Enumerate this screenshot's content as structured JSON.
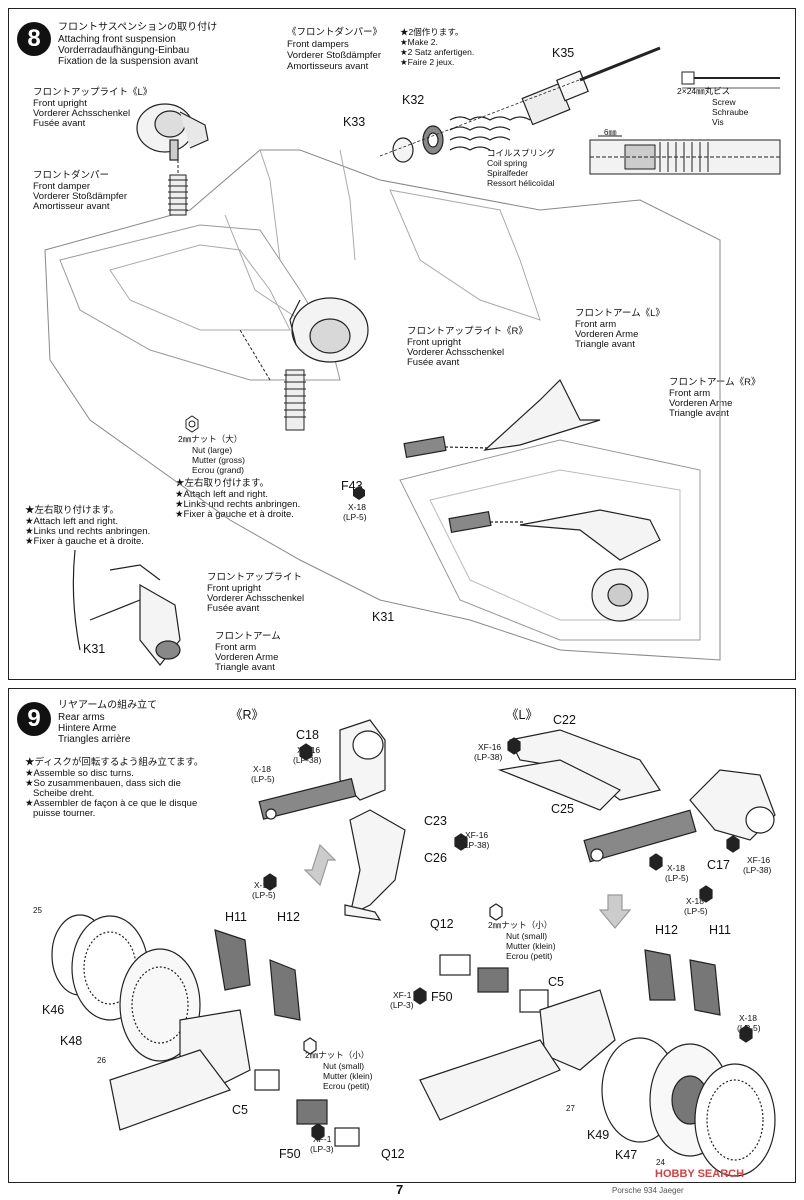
{
  "step8": {
    "number": "8",
    "title_jp": "フロントサスペンションの取り付け",
    "title_en": "Attaching front suspension",
    "title_de": "Vorderradaufhängung-Einbau",
    "title_fr": "Fixation de la suspension avant",
    "dampers": [
      "《フロントダンパー》",
      "Front dampers",
      "Vorderer Stoßdämpfer",
      "Amortisseurs avant"
    ],
    "make2": [
      "★2個作ります。",
      "★Make 2.",
      "★2 Satz anfertigen.",
      "★Faire 2 jeux."
    ],
    "parts": {
      "k35": "K35",
      "k32": "K32",
      "k33": "K33",
      "f43": "F43",
      "k31a": "K31",
      "k31b": "K31"
    },
    "screw": [
      "2×24㎜丸ビス",
      "Screw",
      "Schraube",
      "Vis"
    ],
    "mm6": "6㎜",
    "coil": [
      "コイルスプリング",
      "Coil spring",
      "Spiralfeder",
      "Ressort hélicoïdal"
    ],
    "upright_l": [
      "フロントアップライト《L》",
      "Front upright",
      "Vorderer Achsschenkel",
      "Fusée avant"
    ],
    "damper": [
      "フロントダンパー",
      "Front damper",
      "Vorderer Stoßdämpfer",
      "Amortisseur avant"
    ],
    "upright_r": [
      "フロントアップライト《R》",
      "Front upright",
      "Vorderer Achsschenkel",
      "Fusée avant"
    ],
    "arm_l": [
      "フロントアーム《L》",
      "Front arm",
      "Vorderen Arme",
      "Triangle avant"
    ],
    "arm_r": [
      "フロントアーム《R》",
      "Front arm",
      "Vorderen Arme",
      "Triangle avant"
    ],
    "nut_large": [
      "2㎜ナット（大）",
      "Nut (large)",
      "Mutter (gross)",
      "Ecrou (grand)"
    ],
    "attach1": [
      "★左右取り付けます。",
      "★Attach left and right.",
      "★Links und rechts anbringen.",
      "★Fixer à gauche et à droite."
    ],
    "attach2": [
      "★左右取り付けます。",
      "★Attach left and right.",
      "★Links und rechts anbringen.",
      "★Fixer à gauche et à droite."
    ],
    "x18": [
      "X-18",
      "(LP-5)"
    ],
    "upright_detail": [
      "フロントアップライト",
      "Front upright",
      "Vorderer Achsschenkel",
      "Fusée avant"
    ],
    "arm_detail": [
      "フロントアーム",
      "Front arm",
      "Vorderen Arme",
      "Triangle avant"
    ]
  },
  "step9": {
    "number": "9",
    "title_jp": "リヤアームの組み立て",
    "title_en": "Rear arms",
    "title_de": "Hintere Arme",
    "title_fr": "Triangles arrière",
    "disc_note": [
      "★ディスクが回転するよう組み立てます。",
      "★Assemble so disc turns.",
      "★So zusammenbauen, dass sich die",
      "Scheibe dreht.",
      "★Assembler de façon à ce que le disque",
      "puisse tourner."
    ],
    "side_r": "《R》",
    "side_l": "《L》",
    "parts": {
      "c18": "C18",
      "c23": "C23",
      "c26": "C26",
      "c22": "C22",
      "c25": "C25",
      "c17": "C17",
      "h11a": "H11",
      "h12a": "H12",
      "h12b": "H12",
      "h11b": "H11",
      "k46": "K46",
      "k48": "K48",
      "c5a": "C5",
      "f50a": "F50",
      "q12a": "Q12",
      "q12b": "Q12",
      "f50b": "F50",
      "c5b": "C5",
      "k49": "K49",
      "k47": "K47"
    },
    "xf16": [
      "XF-16",
      "(LP-38)"
    ],
    "x18": [
      "X-18",
      "(LP-5)"
    ],
    "xf1": [
      "XF-1",
      "(LP-3)"
    ],
    "nut_small": [
      "2㎜ナット（小）",
      "Nut (small)",
      "Mutter (klein)",
      "Ecrou (petit)"
    ],
    "mark25": "25",
    "mark26": "26",
    "mark27": "27",
    "mark24": "24"
  },
  "page_number": "7",
  "footer": "Porsche 934 Jaeger",
  "watermark": "HOBBY SEARCH"
}
